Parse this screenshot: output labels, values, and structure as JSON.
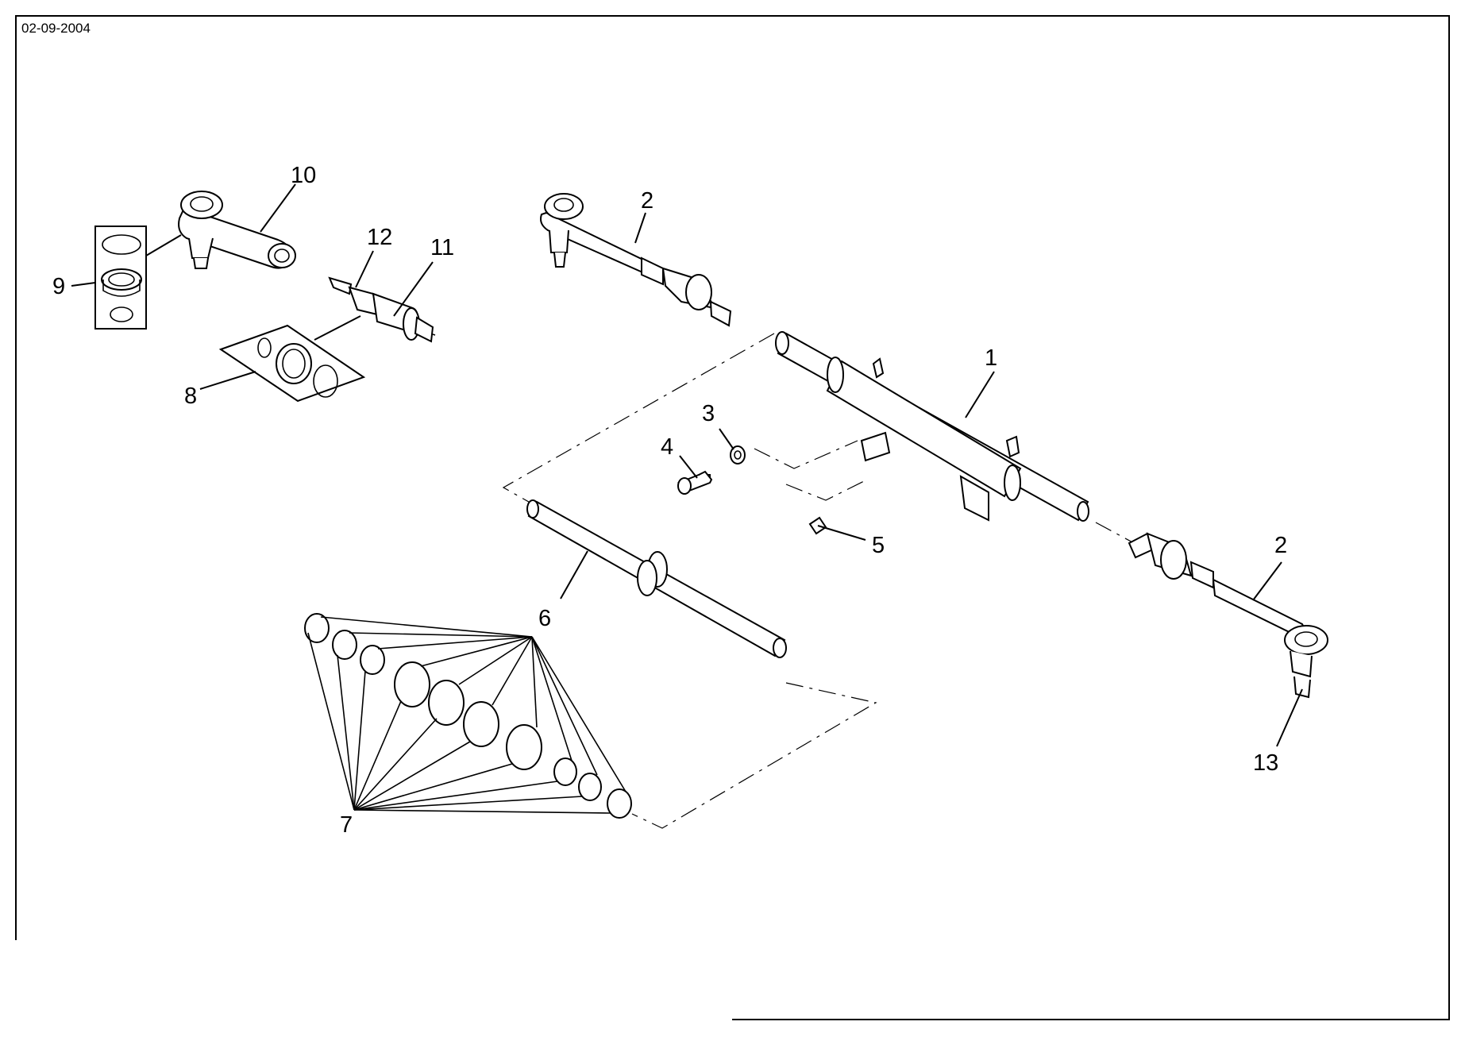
{
  "header": {
    "date": "02-09-2004"
  },
  "callouts": [
    {
      "id": "1",
      "label": "1"
    },
    {
      "id": "2a",
      "label": "2"
    },
    {
      "id": "2b",
      "label": "2"
    },
    {
      "id": "3",
      "label": "3"
    },
    {
      "id": "4",
      "label": "4"
    },
    {
      "id": "5",
      "label": "5"
    },
    {
      "id": "6",
      "label": "6"
    },
    {
      "id": "7",
      "label": "7"
    },
    {
      "id": "8",
      "label": "8"
    },
    {
      "id": "9",
      "label": "9"
    },
    {
      "id": "10",
      "label": "10"
    },
    {
      "id": "11",
      "label": "11"
    },
    {
      "id": "12",
      "label": "12"
    },
    {
      "id": "13",
      "label": "13"
    }
  ]
}
